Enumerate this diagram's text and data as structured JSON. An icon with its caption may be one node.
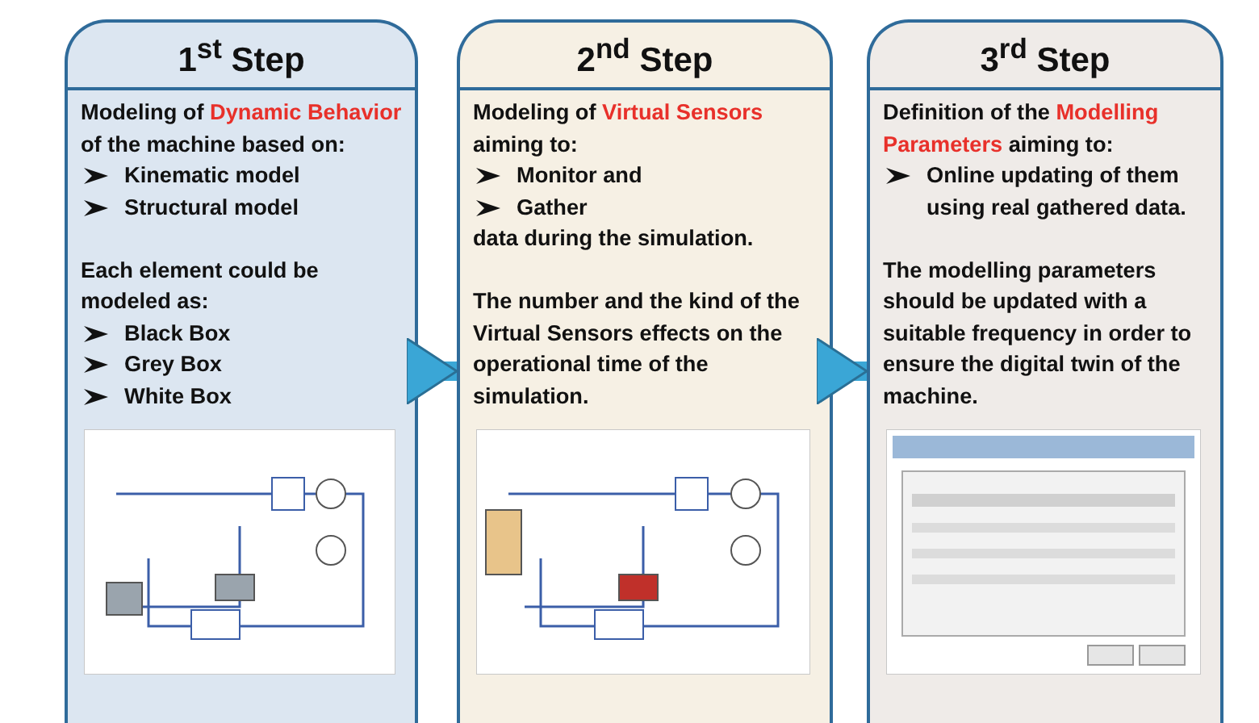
{
  "diagram": {
    "nodes": [
      {
        "text": [
          "1$^{st}$ Step",
          "Modeling of **Dynamic Behavior** of the machine based on:",
          "Kinematic model",
          "Structural model",
          "Each element could be modeled as:",
          "Black Box",
          "Grey Box",
          "White Box"
        ]
      },
      {
        "text": [
          "2$^{nd}$ Step",
          "Modeling of **Virtual Sensors** aiming to:",
          "Monitor and",
          "Gather",
          "data during the simulation.",
          "The number and the kind of the Virtual Sensors effects on the operational time of the simulation."
        ]
      },
      {
        "text": [
          "3$^{rd}$ Step",
          "Definition of the **Modelling Parameters** aiming to:",
          "Online updating of them using real gathered data.",
          "The modelling parameters should be updated with a suitable frequency in order to ensure the digital twin of the machine."
        ]
      }
    ],
    "edges": [
      {
        "from": 0,
        "to": 1,
        "arrow": "to"
      },
      {
        "from": 1,
        "to": 2,
        "arrow": "to"
      }
    ]
  }
}
